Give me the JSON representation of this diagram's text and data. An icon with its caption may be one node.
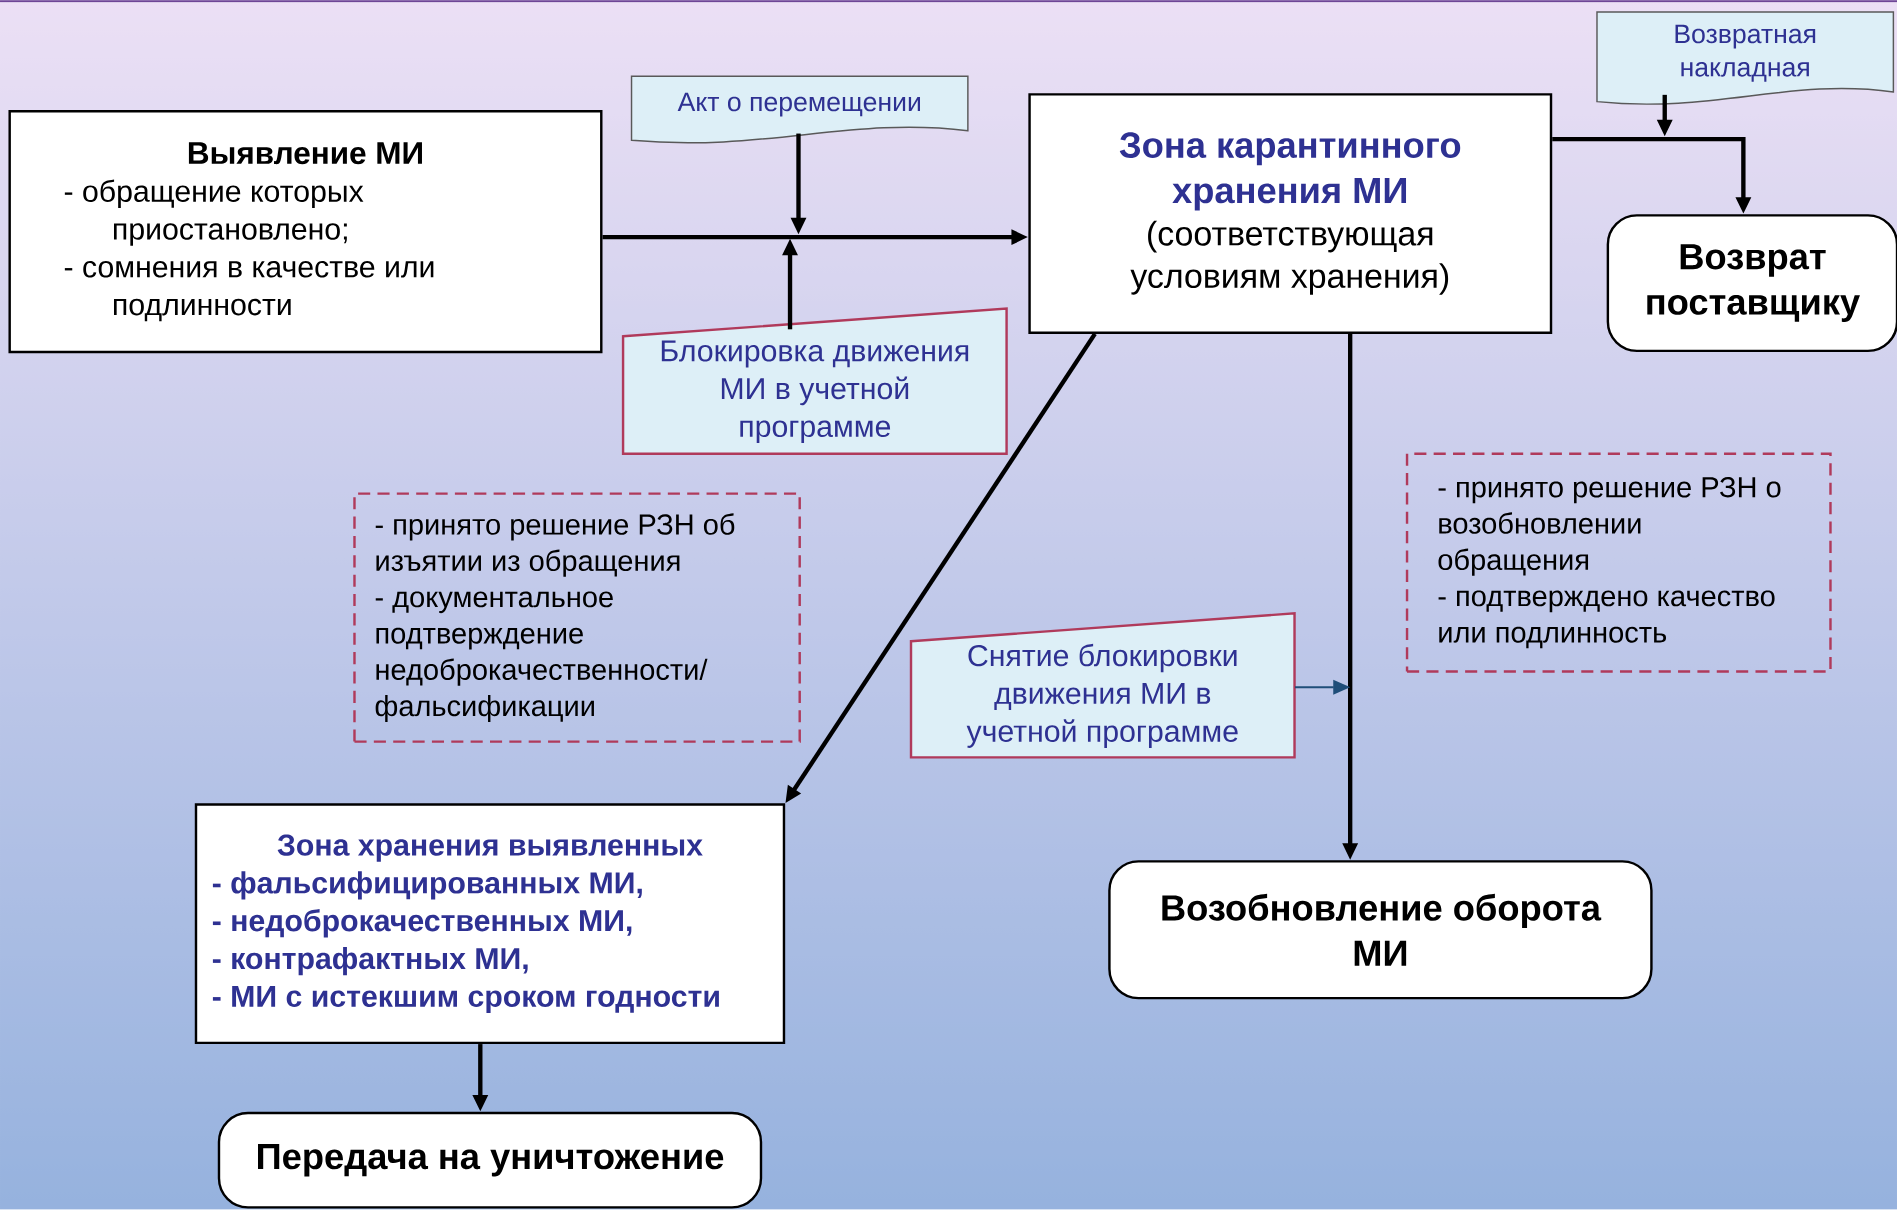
{
  "diagram": {
    "nodes": [
      {
        "text": [
          "Выявление МИ",
          "- обращение которых приостановлено;",
          "- сомнения в качестве или подлинности"
        ]
      },
      {
        "text": [
          "Акт о перемещении"
        ]
      },
      {
        "text": [
          "Зона карантинного хранения МИ",
          "(соответствующая условиям хранения)"
        ]
      },
      {
        "text": [
          "Возвратная накладная"
        ]
      },
      {
        "text": [
          "Возврат поставщику"
        ]
      },
      {
        "text": [
          "Блокировка движения МИ в учетной программе"
        ]
      },
      {
        "text": [
          "- принято решение РЗН об изъятии из обращения",
          "- документальное подтверждение недоброкачественности/ фальсификации"
        ]
      },
      {
        "text": [
          "Снятие блокировки движения МИ в учетной программе"
        ]
      },
      {
        "text": [
          "- принято решение РЗН о возобновлении обращения",
          "- подтверждено качество или подлинность"
        ]
      },
      {
        "text": [
          "Зона хранения выявленных",
          "- фальсифицированных МИ,",
          "- недоброкачественных МИ,",
          "- контрафактных МИ,",
          "- МИ с истекшим сроком годности"
        ]
      },
      {
        "text": [
          "Возобновление оборота МИ"
        ]
      },
      {
        "text": [
          "Передача на уничтожение"
        ]
      }
    ],
    "edges": [
      {
        "from": 0,
        "to": 2,
        "arrow": "to"
      },
      {
        "from": 1,
        "to": null,
        "arrow": "to"
      },
      {
        "from": 5,
        "to": null,
        "arrow": "to"
      },
      {
        "from": 2,
        "to": 4,
        "arrow": "to"
      },
      {
        "from": 3,
        "to": null,
        "arrow": "to"
      },
      {
        "from": 2,
        "to": 9,
        "arrow": "to"
      },
      {
        "from": 2,
        "to": 10,
        "arrow": "to"
      },
      {
        "from": 7,
        "to": null,
        "arrow": "to",
        "color": "#1f4e79"
      },
      {
        "from": 9,
        "to": 11,
        "arrow": "to"
      }
    ]
  }
}
